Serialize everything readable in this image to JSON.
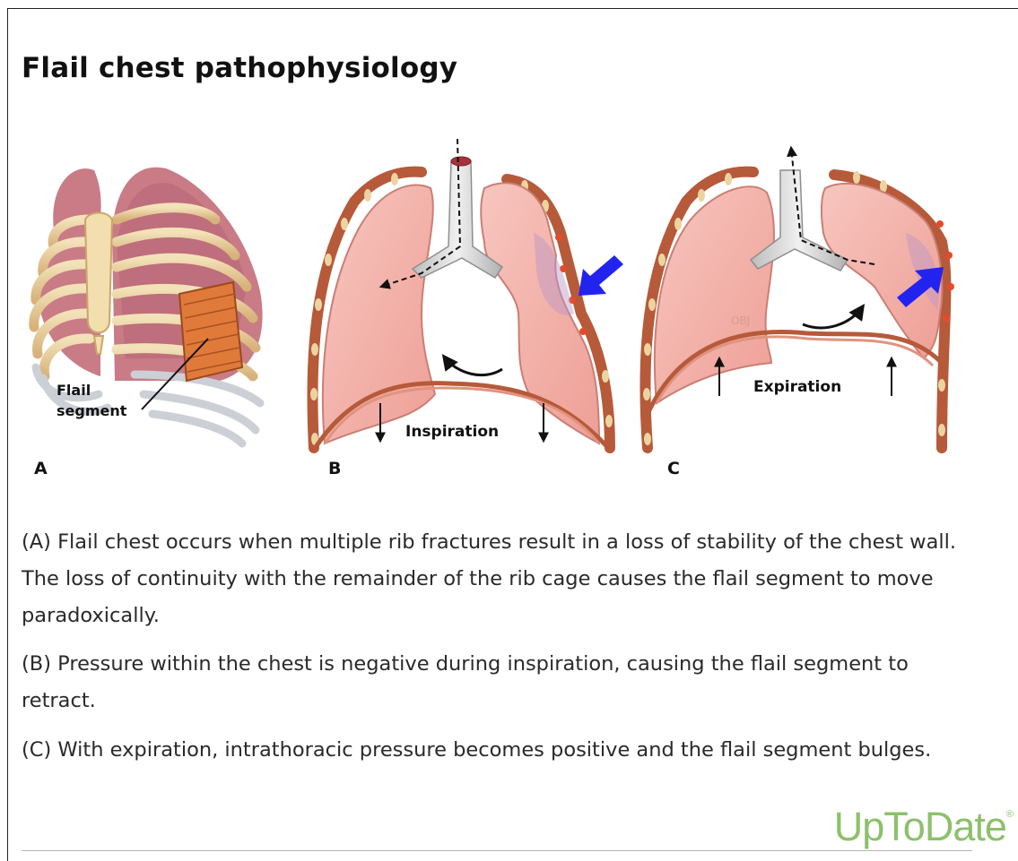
{
  "title": "Flail chest pathophysiology",
  "panels": {
    "a": {
      "letter": "A",
      "label_line1": "Flail",
      "label_line2": "segment"
    },
    "b": {
      "letter": "B",
      "label": "Inspiration"
    },
    "c": {
      "letter": "C",
      "label": "Expiration"
    }
  },
  "captions": {
    "a": "(A) Flail chest occurs when multiple rib fractures result in a loss of stability of the chest wall. The loss of continuity with the remainder of the rib cage causes the flail segment to move paradoxically.",
    "b": "(B) Pressure within the chest is negative during inspiration, causing the flail segment to retract.",
    "c": "(C) With expiration, intrathoracic pressure becomes positive and the flail segment bulges."
  },
  "logo": {
    "text": "UpToDate",
    "mark": "®"
  },
  "colors": {
    "lung_pink": "#f4b3ab",
    "chest_wall": "#b65a3a",
    "rib_tan": "#e9cf9a",
    "direction_arrow": "#2323f0",
    "brand_green": "#8dc06b"
  }
}
